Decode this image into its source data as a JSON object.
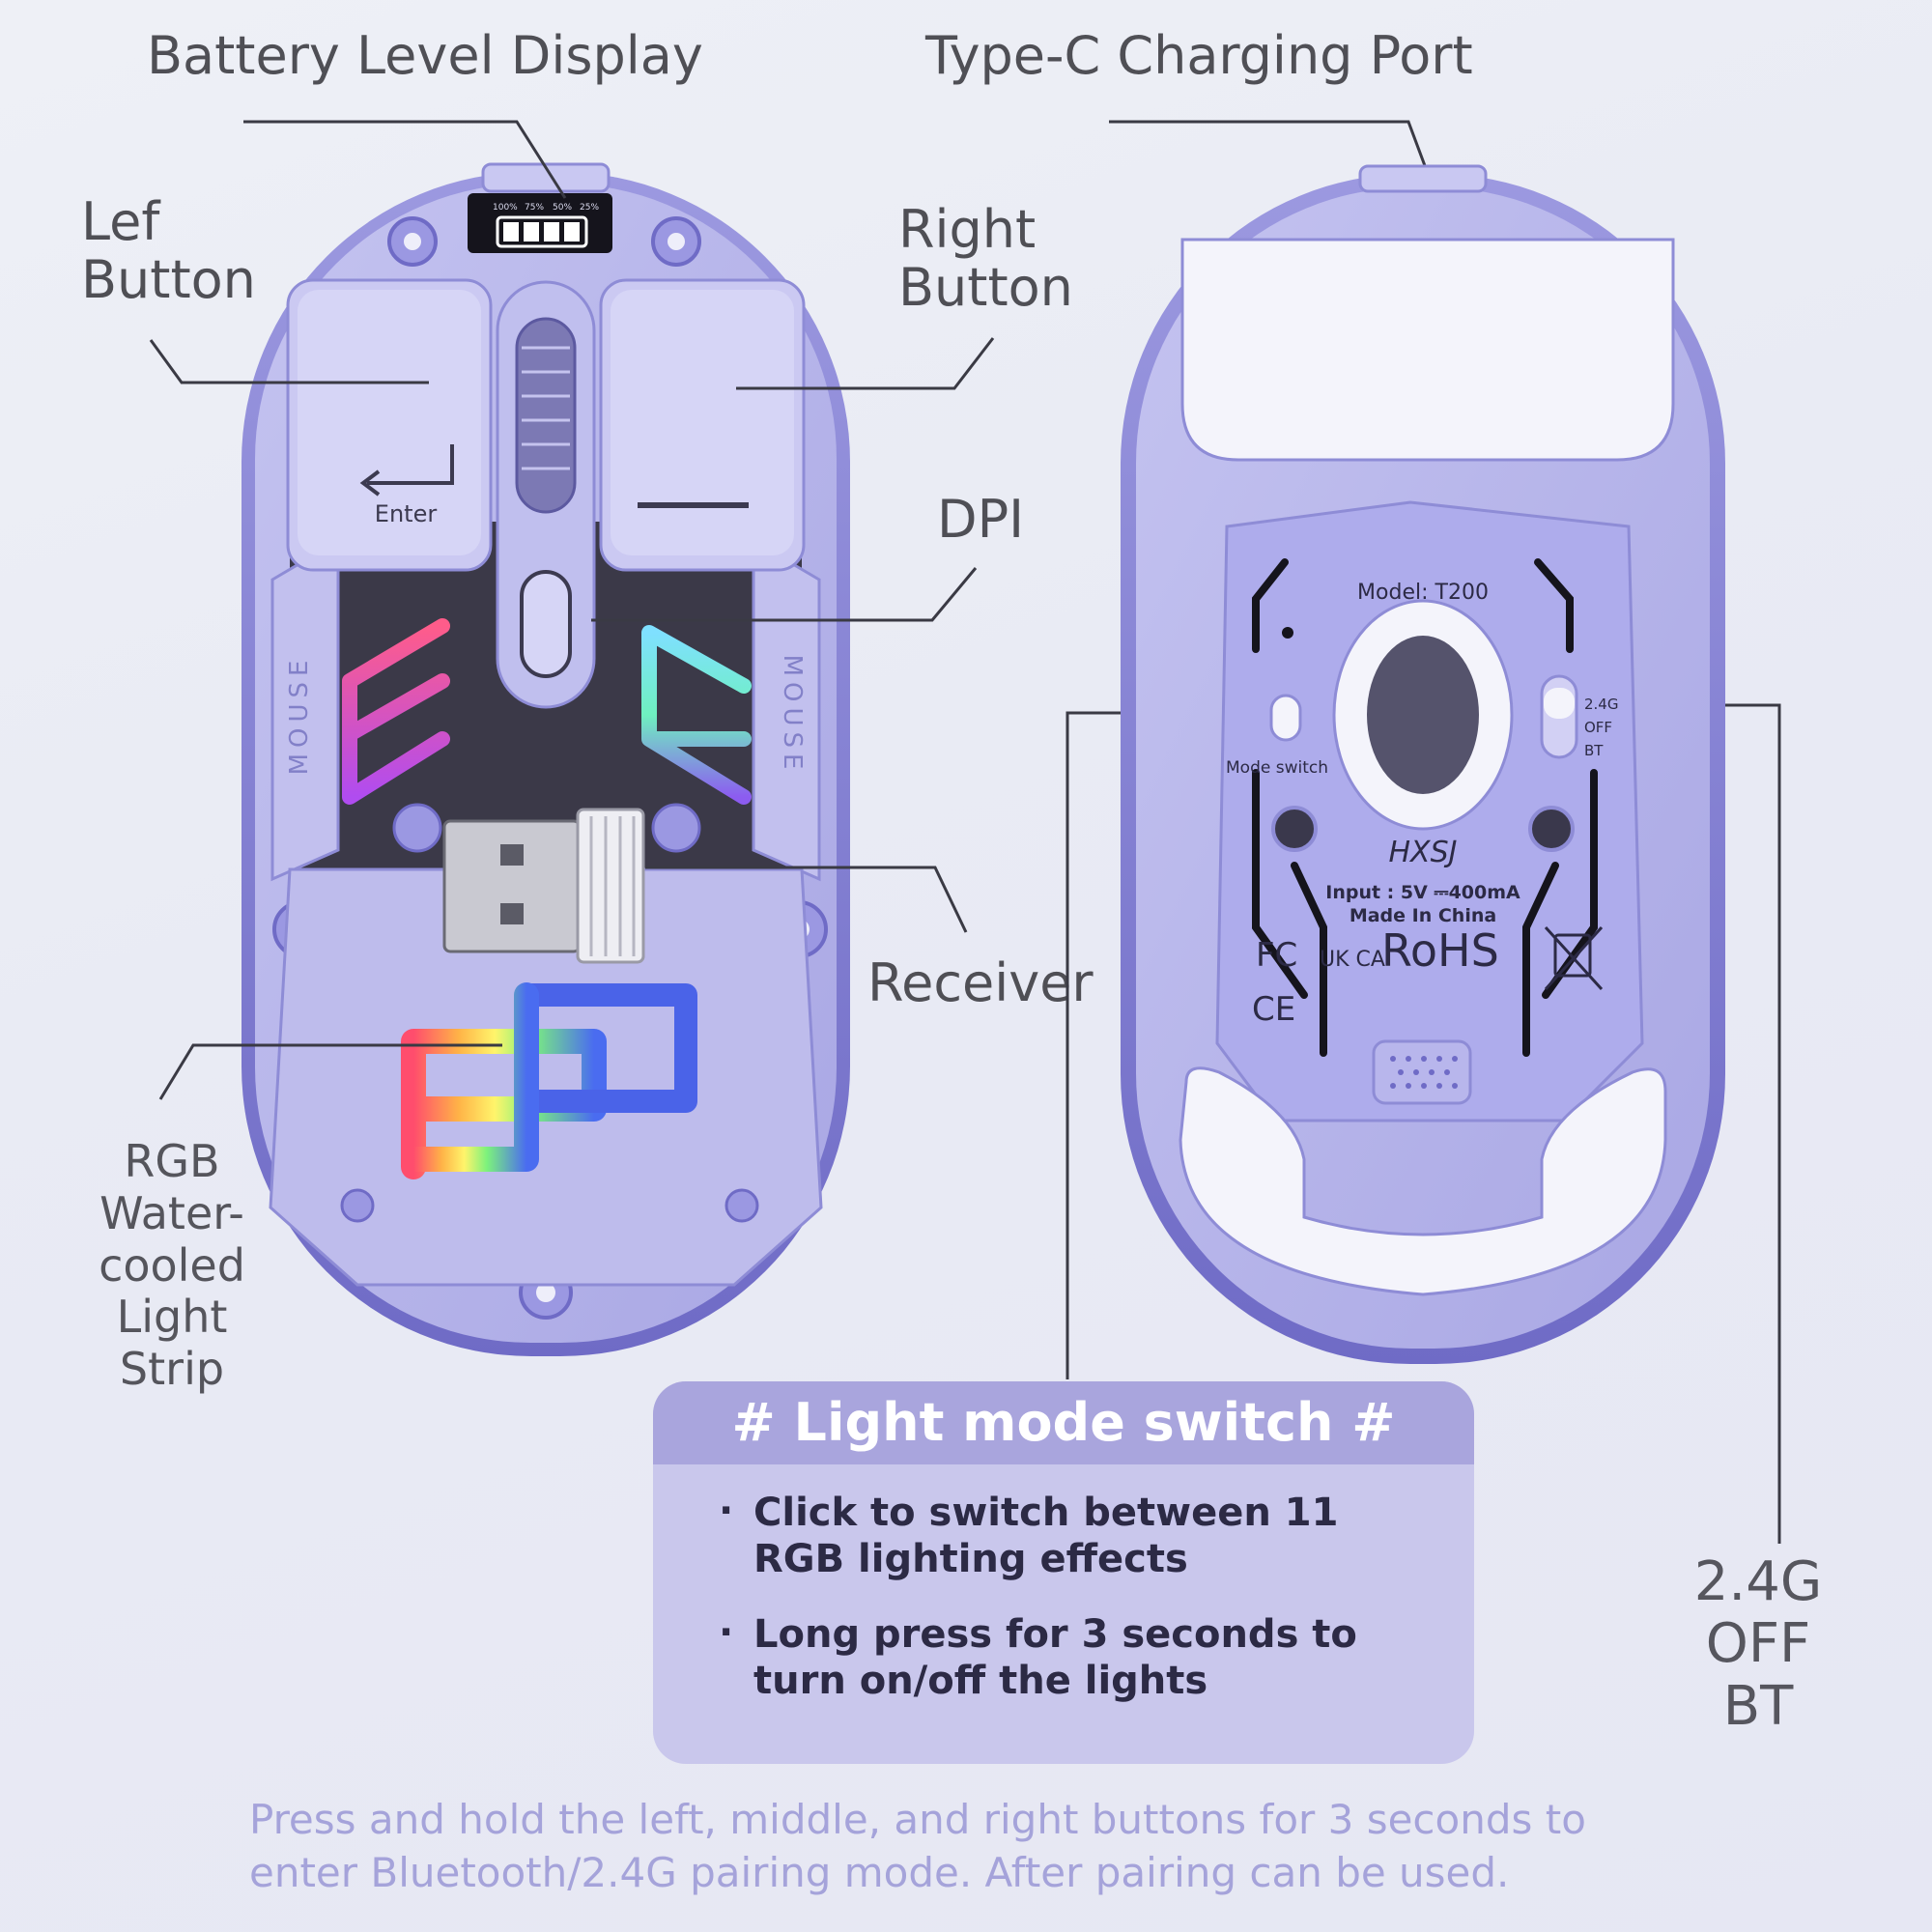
{
  "labels": {
    "battery_level_display": "Battery Level Display",
    "typec_port": "Type-C Charging Port",
    "left_button_1": "Lef",
    "left_button_2": "Button",
    "right_button_1": "Right",
    "right_button_2": "Button",
    "dpi": "DPI",
    "receiver": "Receiver",
    "rgb_strip": [
      "RGB",
      "Water-",
      "cooled",
      "Light",
      "Strip"
    ],
    "mode_switch_values": [
      "2.4G",
      "OFF",
      "BT"
    ]
  },
  "mouse_top": {
    "battery_percentages": [
      "100%",
      "75%",
      "50%",
      "25%"
    ],
    "enter_key": "Enter",
    "side_text": "MOUSE"
  },
  "mouse_bottom": {
    "model": "Model: T200",
    "mode_switch": "Mode switch",
    "switch_positions": [
      "2.4G",
      "OFF",
      "BT"
    ],
    "brand": "HXSJ",
    "input": "Input : 5V ⎓400mA",
    "made_in": "Made In China",
    "certifications": [
      "FC",
      "UK CA",
      "RoHS",
      "CE"
    ]
  },
  "info_box": {
    "title": "# Light mode switch #",
    "items": [
      "Click to switch between 11 RGB lighting effects",
      "Long press for 3 seconds to turn on/off the lights"
    ]
  },
  "footer": "Press and hold the left, middle, and right buttons for 3 seconds to enter Bluetooth/2.4G pairing mode. After pairing can be used.",
  "colors": {
    "shell": "#b3b2ea",
    "shell_dark": "#8e8cd6",
    "info_header": "#a9a5dd",
    "info_body": "#c9c7ec",
    "footer_text": "#a5a3da",
    "label_text": "#4f4f55"
  }
}
